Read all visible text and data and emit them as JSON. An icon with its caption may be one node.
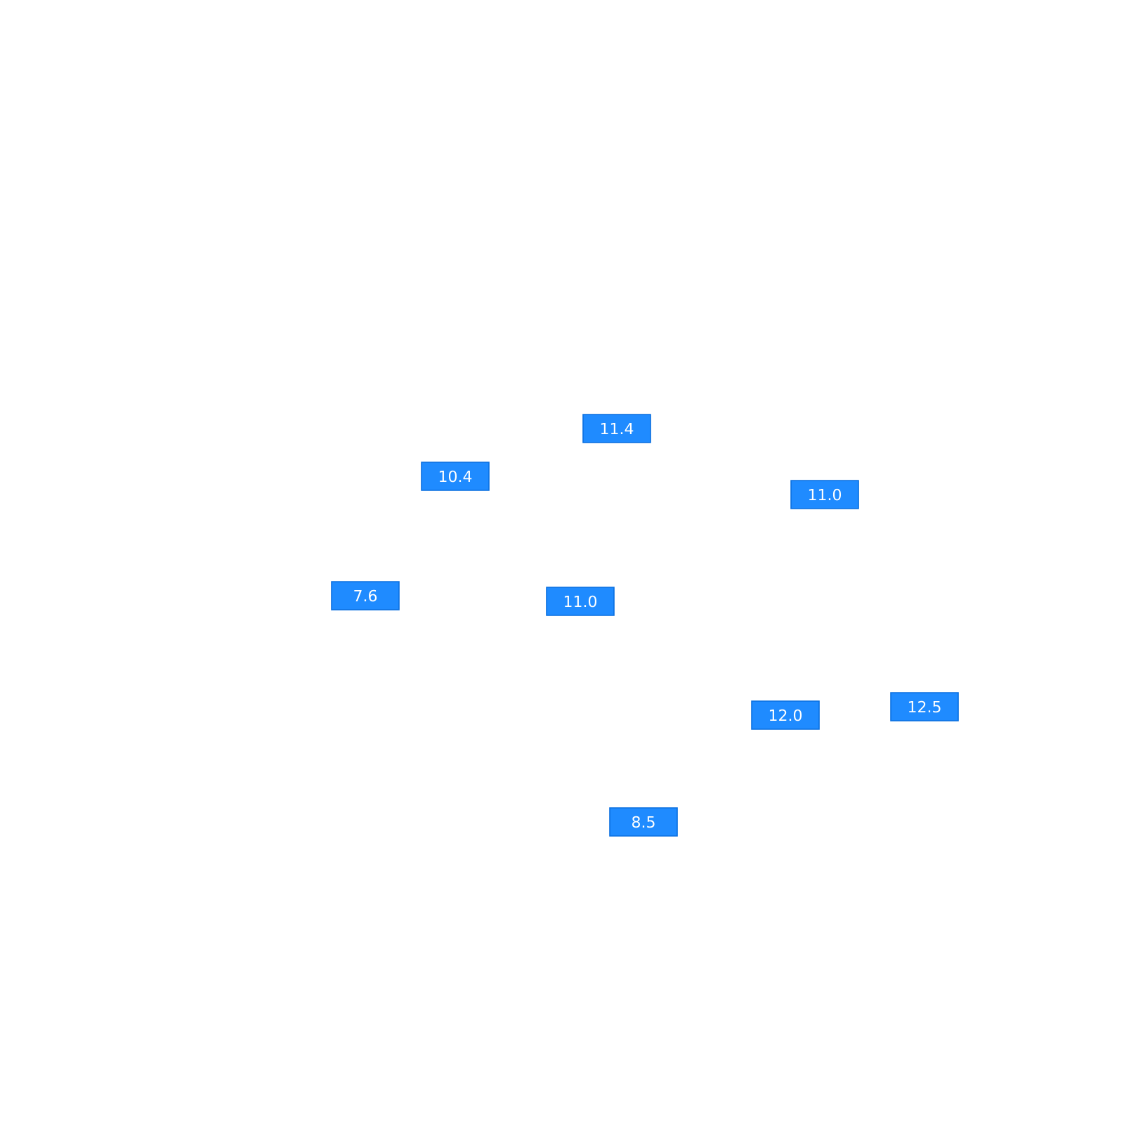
{
  "diagram": {
    "nodes": [
      {
        "text": [
          "11.4"
        ]
      },
      {
        "text": [
          "10.4"
        ]
      },
      {
        "text": [
          "11.0"
        ]
      },
      {
        "text": [
          "7.6"
        ]
      },
      {
        "text": [
          "11.0"
        ]
      },
      {
        "text": [
          "12.5"
        ]
      },
      {
        "text": [
          "12.0"
        ]
      },
      {
        "text": [
          "8.5"
        ]
      }
    ]
  }
}
